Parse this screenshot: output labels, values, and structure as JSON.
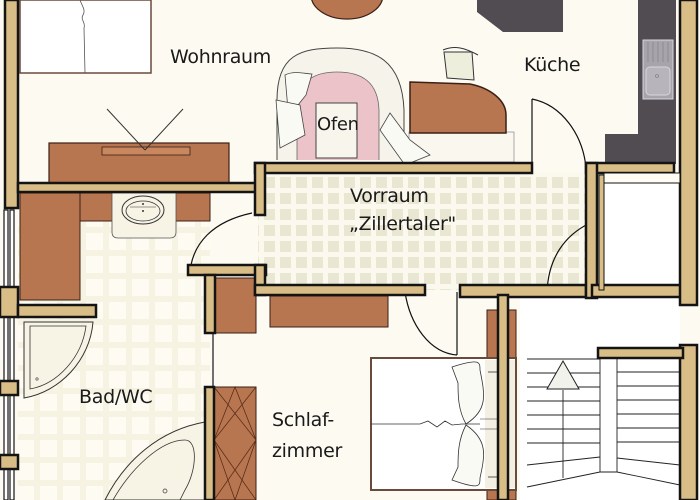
{
  "plan": {
    "type": "floor-plan",
    "colors": {
      "floor": "#fdfaf2",
      "wall_fill": "#d9bd86",
      "wall_outline": "#141414",
      "furniture_wood": "#b87650",
      "furniture_outline": "#4a2a1a",
      "tile_bg": "#f8f5e6",
      "tile": "#e9e6d4",
      "kitchen_counter": "#514b52",
      "stove_pink": "#ecc3c9",
      "white": "#ffffff"
    },
    "rooms": [
      {
        "id": "wohnraum",
        "label": "Wohnraum"
      },
      {
        "id": "kueche",
        "label": "Küche"
      },
      {
        "id": "ofen",
        "label": "Ofen"
      },
      {
        "id": "vorraum",
        "label_line1": "Vorraum",
        "label_line2": "„Zillertaler\""
      },
      {
        "id": "bad",
        "label": "Bad/WC"
      },
      {
        "id": "schlafzimmer",
        "label_line1": "Schlaf-",
        "label_line2": "zimmer"
      }
    ]
  }
}
